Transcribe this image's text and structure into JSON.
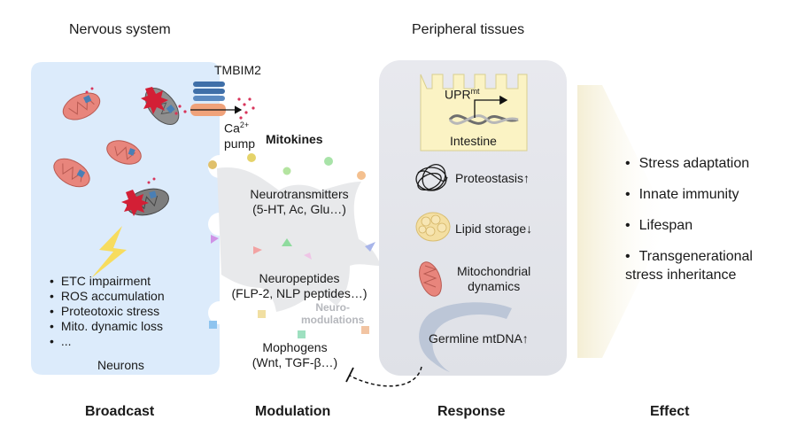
{
  "headers": {
    "nervous_system": "Nervous system",
    "peripheral_tissues": "Peripheral tissues"
  },
  "neuron_panel": {
    "tmbim2": "TMBIM2",
    "ca_pump_main": "Ca",
    "ca_pump_sup": "2+",
    "ca_pump_word": "pump",
    "bullets": [
      "ETC impairment",
      "ROS accumulation",
      "Proteotoxic stress",
      "Mito. dynamic loss",
      "..."
    ],
    "caption": "Neurons"
  },
  "modulation": {
    "mitokines": "Mitokines",
    "neurotransmitters": "Neurotransmitters",
    "neurotransmitters_examples": "(5-HT, Ac, Glu…)",
    "neuropeptides": "Neuropeptides",
    "neuropeptides_examples": "(FLP-2,  NLP peptides…)",
    "neuromodulations_1": "Neuro-",
    "neuromodulations_2": "modulations",
    "mophogens": "Mophogens",
    "mophogens_examples": "(Wnt, TGF-β…)"
  },
  "response": {
    "upr_main": "UPR",
    "upr_sup": "mt",
    "intestine": "Intestine",
    "proteostasis": "Proteostasis",
    "lipid_storage": "Lipid storage",
    "mitochondrial_1": "Mitochondrial",
    "mitochondrial_2": "dynamics",
    "germline": "Germline mtDNA"
  },
  "effects": [
    "Stress adaptation",
    "Innate immunity",
    "Lifespan",
    "Transgenerational stress inheritance"
  ],
  "footer": {
    "broadcast": "Broadcast",
    "modulation": "Modulation",
    "response": "Response",
    "effect": "Effect"
  },
  "colors": {
    "neuron_fill": "#dcebfb",
    "tissue_fill": "#e6e8ee",
    "intestine_fill": "#fbf3c4",
    "mito_red": "#e8857c",
    "mito_dark": "#9a9a9a",
    "lightning": "#f7dc5e"
  }
}
